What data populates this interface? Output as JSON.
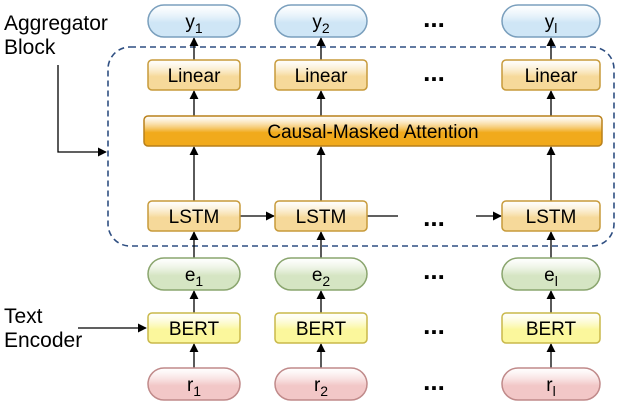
{
  "labels": {
    "aggregator_line1": "Aggregator",
    "aggregator_line2": "Block",
    "encoder_line1": "Text",
    "encoder_line2": "Encoder",
    "attention": "Causal-Masked Attention",
    "linear": "Linear",
    "lstm": "LSTM",
    "bert": "BERT",
    "ellipsis": "..."
  },
  "columns": [
    {
      "y_base": "y",
      "y_sub": "1",
      "e_base": "e",
      "e_sub": "1",
      "r_base": "r",
      "r_sub": "1"
    },
    {
      "y_base": "y",
      "y_sub": "2",
      "e_base": "e",
      "e_sub": "2",
      "r_base": "r",
      "r_sub": "2"
    },
    {
      "y_base": "y",
      "y_sub": "l",
      "e_base": "e",
      "e_sub": "l",
      "r_base": "r",
      "r_sub": "l"
    }
  ],
  "colors": {
    "output_fill": "#cfe6f6",
    "output_stroke": "#7a9fbd",
    "linear_fill": "#f6d99a",
    "linear_stroke": "#c79a3a",
    "attention_fill": "#f1aa1c",
    "attention_stroke": "#b9801a",
    "lstm_fill": "#f6d99a",
    "lstm_stroke": "#c79a3a",
    "embedding_fill": "#d5e5c3",
    "embedding_stroke": "#8aa56e",
    "bert_fill": "#fbf79c",
    "bert_stroke": "#c9b84a",
    "input_fill": "#f2c7c7",
    "input_stroke": "#c08a8a",
    "dashed_box": "#2f4f82"
  }
}
